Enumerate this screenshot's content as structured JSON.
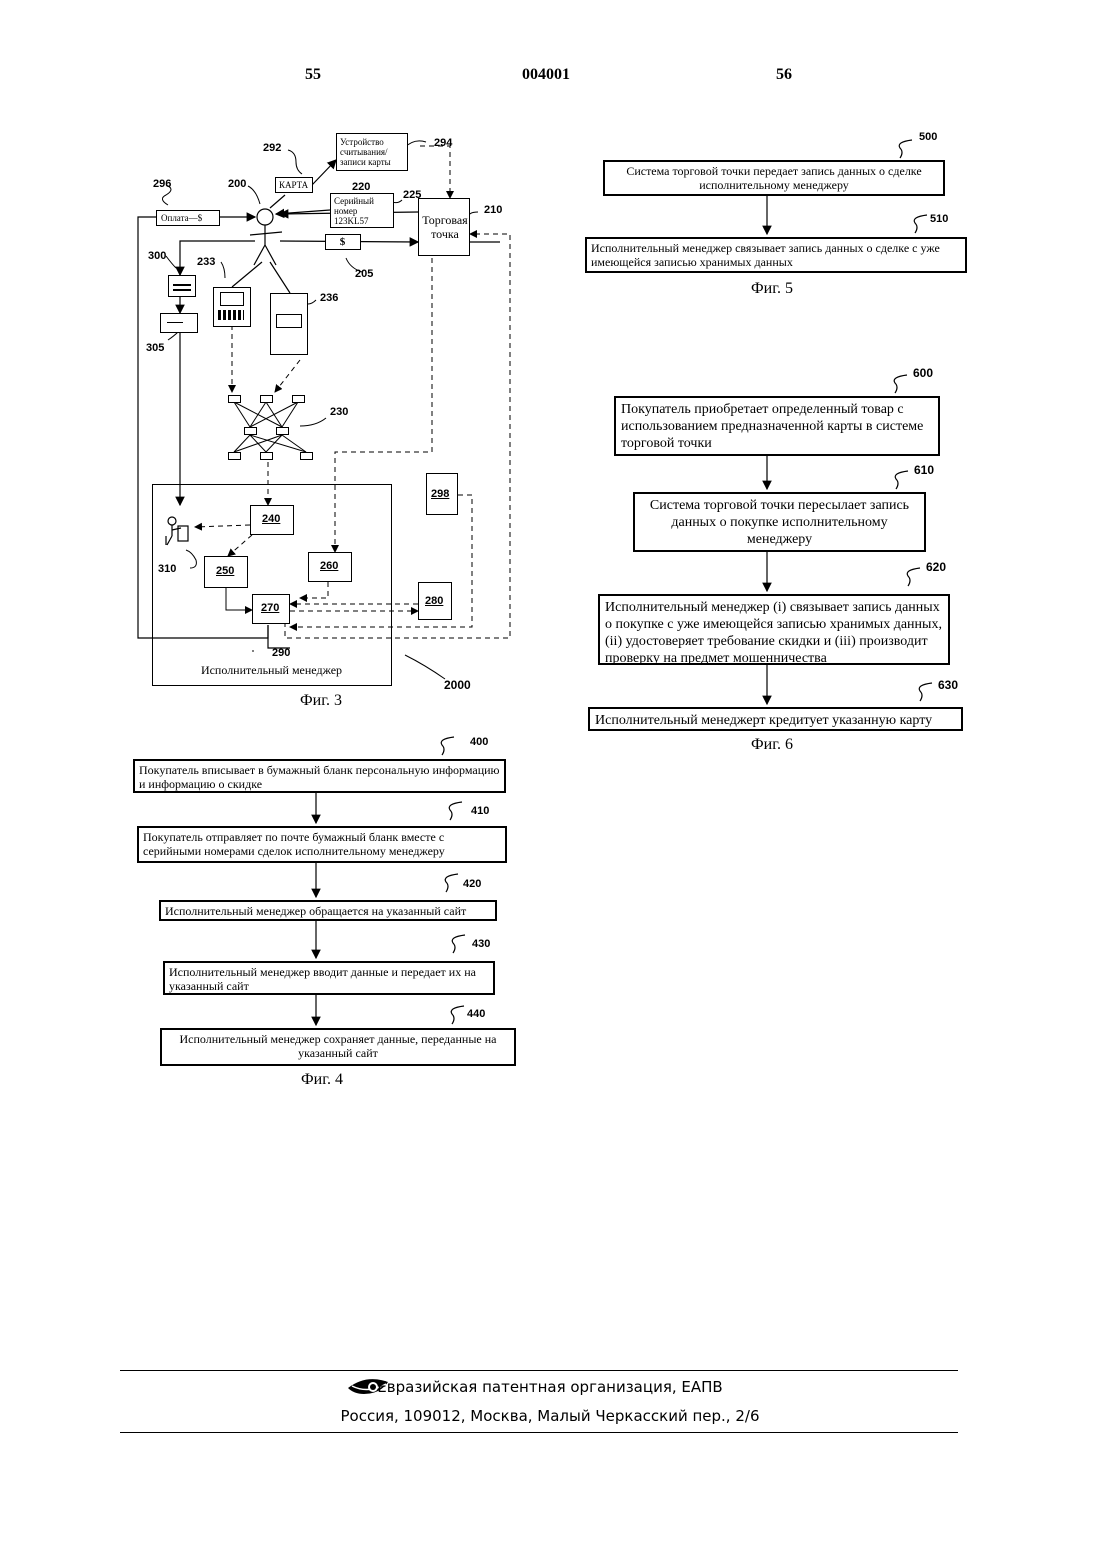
{
  "header": {
    "left_page": "55",
    "doc_number": "004001",
    "right_page": "56"
  },
  "fig3": {
    "caption": "Фиг. 3",
    "labels": {
      "reader_device": "Устройство считывания/ записи карты",
      "card": "КАРТА",
      "serial": "Серийный номер 123KL57",
      "payment": "Оплата—$",
      "store": "Торговая точка",
      "dollar": "$",
      "manager": "Исполнительный менеджер"
    },
    "refs": {
      "r292": "292",
      "r294": "294",
      "r296": "296",
      "r200": "200",
      "r220": "220",
      "r225": "225",
      "r210": "210",
      "r205": "205",
      "r300": "300",
      "r305": "305",
      "r233": "233",
      "r236": "236",
      "r230": "230",
      "r298": "298",
      "r240": "240",
      "r310": "310",
      "r250": "250",
      "r260": "260",
      "r270": "270",
      "r280": "280",
      "r290": "290",
      "r2000": "2000"
    }
  },
  "fig4": {
    "caption": "Фиг. 4",
    "steps": [
      {
        "ref": "400",
        "text": "Покупатель вписывает в бумажный бланк персональную информацию и информацию о скидке"
      },
      {
        "ref": "410",
        "text": "Покупатель отправляет по почте бумажный бланк вместе с серийными номерами сделок исполнительному менеджеру"
      },
      {
        "ref": "420",
        "text": "Исполнительный менеджер обращается на указанный сайт"
      },
      {
        "ref": "430",
        "text": "Исполнительный менеджер вводит данные и передает их на указанный сайт"
      },
      {
        "ref": "440",
        "text": "Исполнительный менеджер сохраняет данные, переданные на указанный сайт"
      }
    ]
  },
  "fig5": {
    "caption": "Фиг. 5",
    "steps": [
      {
        "ref": "500",
        "text": "Система торговой точки передает запись данных о сделке исполнительному менеджеру"
      },
      {
        "ref": "510",
        "text": "Исполнительный менеджер связывает запись данных о сделке с уже имеющейся записью хранимых данных"
      }
    ]
  },
  "fig6": {
    "caption": "Фиг. 6",
    "steps": [
      {
        "ref": "600",
        "text": "Покупатель приобретает определенный товар с использованием предназначенной карты в системе торговой точки"
      },
      {
        "ref": "610",
        "text": "Система торговой точки пересылает запись данных о покупке исполнительному менеджеру"
      },
      {
        "ref": "620",
        "text": "Исполнительный менеджер (i) связывает запись данных о покупке с уже имеющейся записью хранимых данных, (ii) удостоверяет требование скидки и (iii) производит проверку на предмет мошенничества"
      },
      {
        "ref": "630",
        "text": "Исполнительный менеджерт кредитует указанную карту"
      }
    ]
  },
  "footer": {
    "organization": "Евразийская патентная организация, ЕАПВ",
    "address": "Россия, 109012, Москва, Малый Черкасский пер., 2/6"
  }
}
